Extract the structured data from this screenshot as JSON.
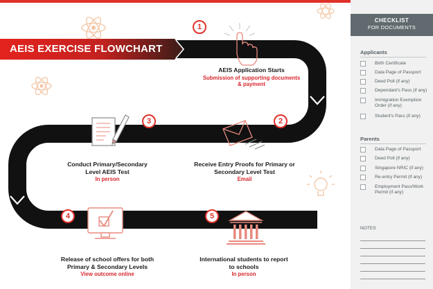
{
  "banner": {
    "title": "AEIS EXERCISE FLOWCHART"
  },
  "steps": [
    {
      "number": "1",
      "title_lines": [
        "AEIS Application Starts"
      ],
      "sub_lines": [
        "Submission of supporting documents",
        "& payment"
      ]
    },
    {
      "number": "2",
      "title_lines": [
        "Receive Entry Proofs for Primary or",
        "Secondary Level Test"
      ],
      "sub_lines": [
        "Email"
      ]
    },
    {
      "number": "3",
      "title_lines": [
        "Conduct Primary/Secondary",
        "Level AEIS Test"
      ],
      "sub_lines": [
        "In person"
      ]
    },
    {
      "number": "4",
      "title_lines": [
        "Release of school offers for both",
        "Primary & Secondary Levels"
      ],
      "sub_lines": [
        "View outcome online"
      ]
    },
    {
      "number": "5",
      "title_lines": [
        "International students to report",
        "to schools"
      ],
      "sub_lines": [
        "In person"
      ]
    }
  ],
  "icons": {
    "step1": "hand-click-icon",
    "step2": "envelope-icon",
    "step3": "document-pencil-icon",
    "step4": "monitor-checkmark-icon",
    "step5": "school-building-icon",
    "decor": [
      "atom-icon",
      "lightbulb-icon"
    ]
  },
  "checklist": {
    "title_line1": "CHECKLIST",
    "title_line2": "FOR DOCUMENTS",
    "applicants": {
      "label": "Applicants",
      "items": [
        [
          "Birth Certificate"
        ],
        [
          "Data Page of Passport"
        ],
        [
          "Deed Poll (if any)"
        ],
        [
          "Dependant's Pass (if any)"
        ],
        [
          "Immigration Exemption",
          "Order (if any)"
        ],
        [
          "Student's Pass (if any)"
        ]
      ]
    },
    "parents": {
      "label": "Parents",
      "items": [
        [
          "Data Page of Passport"
        ],
        [
          "Deed Poll (if any)"
        ],
        [
          "Singapore NRIC (if any)"
        ],
        [
          "Re-entry Permit (if any)"
        ],
        [
          "Employment Pass/Work",
          "Permit (if any)"
        ]
      ]
    },
    "notes_label": "NOTES"
  },
  "colors": {
    "accent_red": "#e0302a",
    "subtitle_red": "#d7282f",
    "road": "#111111",
    "sidebar_header": "#606a6f",
    "sidebar_bg": "#f1f1f1",
    "decor_orange": "#f2c8a8"
  }
}
